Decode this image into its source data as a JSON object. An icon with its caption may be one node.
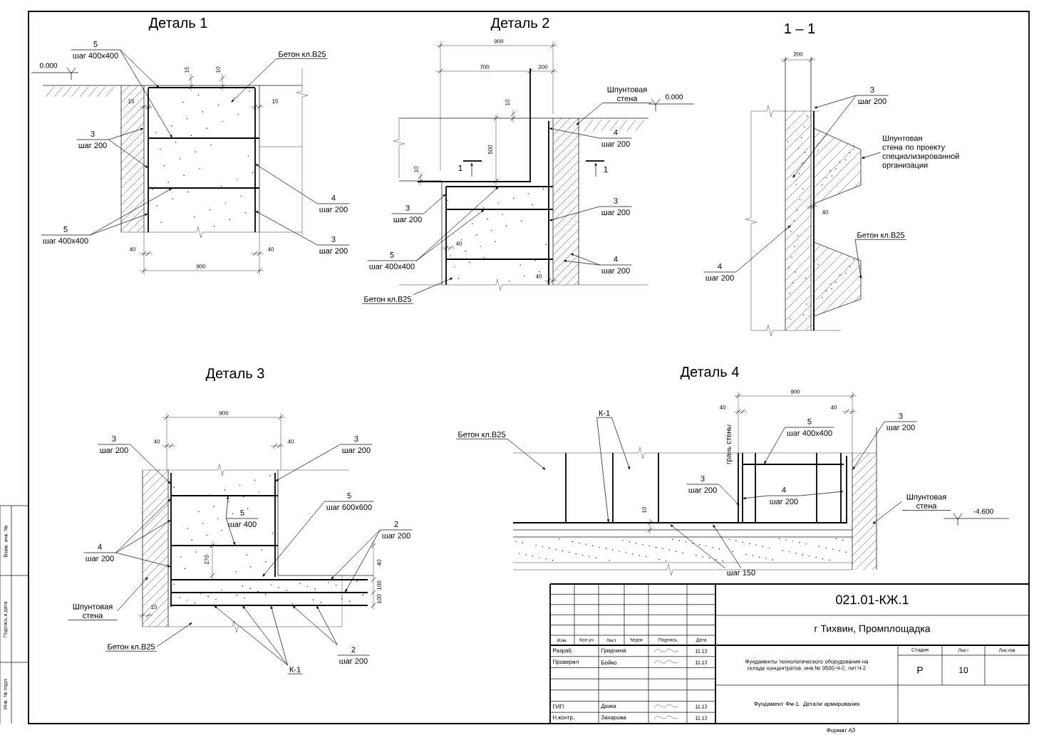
{
  "diagram": {
    "nodes": [
      {
        "text": [
          "5",
          "шаг 400x400"
        ]
      },
      {
        "text": [
          "Бетон кл.B25"
        ]
      },
      {
        "text": [
          "3",
          "шаг 200"
        ]
      },
      {
        "text": [
          "5",
          "шаг 400x400"
        ]
      },
      {
        "text": [
          "4",
          "шаг 200"
        ]
      },
      {
        "text": [
          "3",
          "шаг 200"
        ]
      },
      {
        "text": [
          "Шпунтовая стена"
        ]
      },
      {
        "text": [
          "4",
          "шаг 200"
        ]
      },
      {
        "text": [
          "3",
          "шаг 200"
        ]
      },
      {
        "text": [
          "3",
          "шаг 200"
        ]
      },
      {
        "text": [
          "5",
          "шаг 400x400"
        ]
      },
      {
        "text": [
          "4",
          "шаг 200"
        ]
      },
      {
        "text": [
          "Бетон кл.B25"
        ]
      },
      {
        "text": [
          "3",
          "шаг 200"
        ]
      },
      {
        "text": [
          "Шпунтовая стена по проекту специализированной организации"
        ]
      },
      {
        "text": [
          "Бетон кл.B25"
        ]
      },
      {
        "text": [
          "4",
          "шаг 200"
        ]
      },
      {
        "text": [
          "3",
          "шаг 200"
        ]
      },
      {
        "text": [
          "3",
          "шаг 200"
        ]
      },
      {
        "text": [
          "5",
          "шаг 400"
        ]
      },
      {
        "text": [
          "5",
          "шаг 600x600"
        ]
      },
      {
        "text": [
          "2",
          "шаг 200"
        ]
      },
      {
        "text": [
          "4",
          "шаг 200"
        ]
      },
      {
        "text": [
          "Шпунтовая стена"
        ]
      },
      {
        "text": [
          "Бетон кл.B25"
        ]
      },
      {
        "text": [
          "К-1"
        ]
      },
      {
        "text": [
          "2",
          "шаг 200"
        ]
      },
      {
        "text": [
          "Бетон кл.B25"
        ]
      },
      {
        "text": [
          "К-1"
        ]
      },
      {
        "text": [
          "3",
          "шаг 200"
        ]
      },
      {
        "text": [
          "5",
          "шаг 400x400"
        ]
      },
      {
        "text": [
          "4",
          "шаг 200"
        ]
      },
      {
        "text": [
          "3",
          "шаг 200"
        ]
      },
      {
        "text": [
          "Шпунтовая стена"
        ]
      },
      {
        "text": [
          "шаг 150"
        ]
      },
      {
        "text": [],
        "shape": "picture"
      },
      {
        "text": [],
        "shape": "picture"
      }
    ],
    "edges": [
      {
        "from": 0,
        "to": null,
        "arrow": "to"
      },
      {
        "from": 0,
        "to": null,
        "arrow": "to"
      },
      {
        "from": 1,
        "to": null,
        "arrow": "to"
      },
      {
        "from": 2,
        "to": null,
        "arrow": "to"
      },
      {
        "from": 2,
        "to": null,
        "arrow": "to"
      },
      {
        "from": 3,
        "to": null,
        "arrow": "to"
      },
      {
        "from": 3,
        "to": null,
        "arrow": "to"
      },
      {
        "from": 4,
        "to": null,
        "arrow": "to"
      },
      {
        "from": 5,
        "to": null,
        "arrow": "to"
      },
      {
        "from": 6,
        "to": null,
        "arrow": "to"
      },
      {
        "from": 7,
        "to": null,
        "arrow": "to"
      },
      {
        "from": 8,
        "to": null,
        "arrow": "to"
      },
      {
        "from": 9,
        "to": null,
        "arrow": "to"
      },
      {
        "from": 10,
        "to": null,
        "arrow": "to"
      },
      {
        "from": 10,
        "to": null,
        "arrow": "to"
      },
      {
        "from": 11,
        "to": null,
        "arrow": "to"
      },
      {
        "from": 11,
        "to": null,
        "arrow": "to"
      },
      {
        "from": 12,
        "to": null,
        "arrow": "to"
      },
      {
        "from": 13,
        "to": null,
        "arrow": "to"
      },
      {
        "from": 13,
        "to": null,
        "arrow": "to"
      },
      {
        "from": 14,
        "to": 35,
        "arrow": "to"
      },
      {
        "from": 15,
        "to": 36,
        "arrow": "to"
      },
      {
        "from": 16,
        "to": null,
        "arrow": "to"
      },
      {
        "from": 17,
        "to": null,
        "arrow": "to"
      },
      {
        "from": 18,
        "to": null,
        "arrow": "to"
      },
      {
        "from": 19,
        "to": null,
        "arrow": "to"
      },
      {
        "from": 19,
        "to": null,
        "arrow": "to"
      },
      {
        "from": 20,
        "to": null,
        "arrow": "to"
      },
      {
        "from": 21,
        "to": null,
        "arrow": "to"
      },
      {
        "from": 21,
        "to": null,
        "arrow": "to"
      },
      {
        "from": 22,
        "to": null,
        "arrow": "to"
      },
      {
        "from": 22,
        "to": null,
        "arrow": "to"
      },
      {
        "from": 22,
        "to": null,
        "arrow": "to"
      },
      {
        "from": 23,
        "to": null,
        "arrow": "to"
      },
      {
        "from": 24,
        "to": null,
        "arrow": "to"
      },
      {
        "from": 25,
        "to": null,
        "arrow": "to"
      },
      {
        "from": 25,
        "to": null,
        "arrow": "to"
      },
      {
        "from": 25,
        "to": null,
        "arrow": "to"
      },
      {
        "from": 26,
        "to": null,
        "arrow": "to"
      },
      {
        "from": 26,
        "to": null,
        "arrow": "to"
      },
      {
        "from": 27,
        "to": null,
        "arrow": "to"
      },
      {
        "from": 28,
        "to": null,
        "arrow": "to"
      },
      {
        "from": 28,
        "to": null,
        "arrow": "to"
      },
      {
        "from": 29,
        "to": null,
        "arrow": "to"
      },
      {
        "from": 30,
        "to": null,
        "arrow": "to"
      },
      {
        "from": 31,
        "to": null,
        "arrow": "to"
      },
      {
        "from": 31,
        "to": null,
        "arrow": "to"
      },
      {
        "from": 32,
        "to": null,
        "arrow": "to"
      },
      {
        "from": 33,
        "to": null,
        "arrow": "to"
      },
      {
        "from": 34,
        "to": null,
        "arrow": "to"
      },
      {
        "from": 34,
        "to": null,
        "arrow": "to"
      }
    ],
    "labels": [
      "Деталь 1",
      "0.000",
      "15",
      "10",
      "15",
      "15",
      "40",
      "40",
      "900",
      "Деталь 2",
      "900",
      "700",
      "200",
      "0.000",
      "10",
      "500",
      "10",
      "1",
      "1",
      "40",
      "40",
      "1 – 1",
      "200",
      "40",
      "Деталь 3",
      "900",
      "40",
      "40",
      "270",
      "40",
      "100",
      "100",
      "15",
      "Деталь 4",
      "900",
      "40",
      "40",
      "грань стены",
      "10",
      "-4.600",
      "Изм.",
      "Кол.уч",
      "Лист",
      "№док",
      "Подпись",
      "Дата",
      "Разраб.",
      "Гридчина",
      "11.13",
      "Проверил",
      "Бойко",
      "11.13",
      "ГИП",
      "Дюжа",
      "11.13",
      "Н.контр.",
      "Захарова",
      "11.13",
      "021.01-КЖ.1",
      "г Тихвин, Промплощадка",
      "Фундаменты технологического оборудования на складе концентратов, инв.№ 9500-Ч-2, лит.Ч-2",
      "Стадия",
      "Лист",
      "Листов",
      "Р",
      "10",
      "Фундамент Фм-1. Детали армирования",
      "Взам. инв. №",
      "Подпись и дата",
      "Инв. № подл.",
      "Формат А3"
    ]
  }
}
